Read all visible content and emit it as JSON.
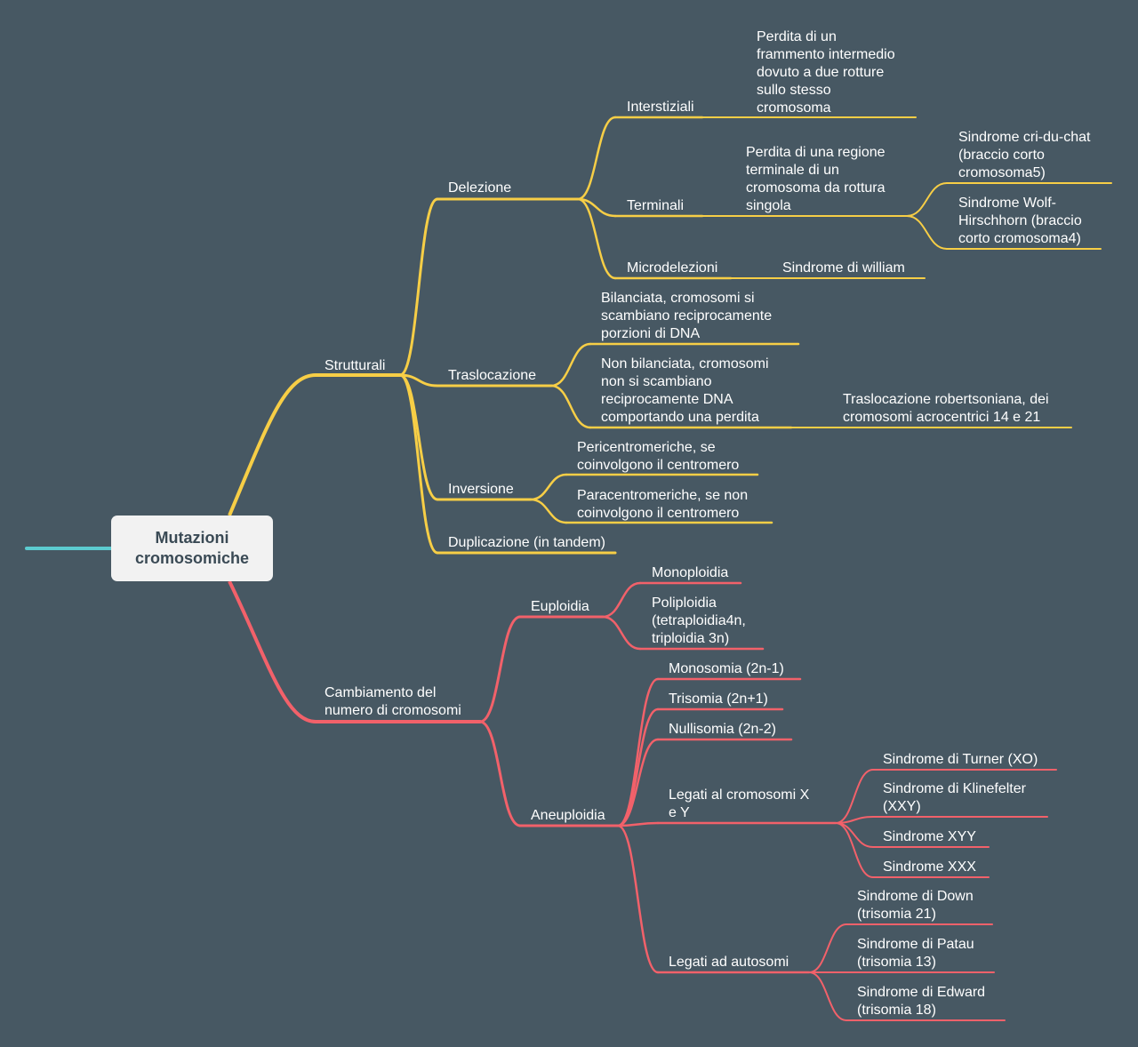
{
  "colors": {
    "background": "#475863",
    "strutturali_branch": "#f7ce46",
    "numero_branch": "#f2616a",
    "root_stub": "#5ccbd0",
    "root_fill": "#f2f2f2"
  },
  "root": {
    "label": "Mutazioni\ncromosomiche"
  },
  "strutturali": {
    "label": "Strutturali",
    "delezione": {
      "label": "Delezione",
      "interstiziali": {
        "label": "Interstiziali",
        "desc": "Perdita di un\nframmento intermedio\ndovuto a due rotture\nsullo stesso\ncromosoma"
      },
      "terminali": {
        "label": "Terminali",
        "desc": "Perdita di una regione\nterminale di un\ncromosoma da rottura\nsingola",
        "cri_du_chat": "Sindrome cri-du-chat\n(braccio corto\ncromosoma5)",
        "wolf": "Sindrome Wolf-\nHirschhorn (braccio\ncorto cromosoma4)"
      },
      "microdelezioni": {
        "label": "Microdelezioni",
        "william": "Sindrome di william"
      }
    },
    "traslocazione": {
      "label": "Traslocazione",
      "bilanciata": "Bilanciata, cromosomi si\nscambiano reciprocamente\nporzioni di DNA",
      "non_bilanciata": "Non bilanciata, cromosomi\nnon si scambiano\nreciprocamente DNA\ncomportando una perdita",
      "robertsoniana": "Traslocazione robertsoniana, dei\ncromosomi acrocentrici 14 e 21"
    },
    "inversione": {
      "label": "Inversione",
      "pericentromeriche": "Pericentromeriche, se\ncoinvolgono il centromero",
      "paracentromeriche": "Paracentromeriche, se non\ncoinvolgono il centromero"
    },
    "duplicazione": {
      "label": "Duplicazione (in tandem)"
    }
  },
  "numero": {
    "label": "Cambiamento del\nnumero di cromosomi",
    "euploidia": {
      "label": "Euploidia",
      "monoploidia": "Monoploidia",
      "poliploidia": "Poliploidia\n(tetraploidia4n,\ntriploidia 3n)"
    },
    "aneuploidia": {
      "label": "Aneuploidia",
      "monosomia": "Monosomia (2n-1)",
      "trisomia": "Trisomia (2n+1)",
      "nullisomia": "Nullisomia (2n-2)",
      "xy": {
        "label": "Legati al cromosomi X\ne Y",
        "turner": "Sindrome di Turner (XO)",
        "klinefelter": "Sindrome di Klinefelter\n(XXY)",
        "xyy": "Sindrome XYY",
        "xxx": "Sindrome XXX"
      },
      "autosomi": {
        "label": "Legati ad autosomi",
        "down": "Sindrome di Down\n(trisomia 21)",
        "patau": "Sindrome di Patau\n(trisomia 13)",
        "edward": "Sindrome di Edward\n(trisomia 18)"
      }
    }
  }
}
